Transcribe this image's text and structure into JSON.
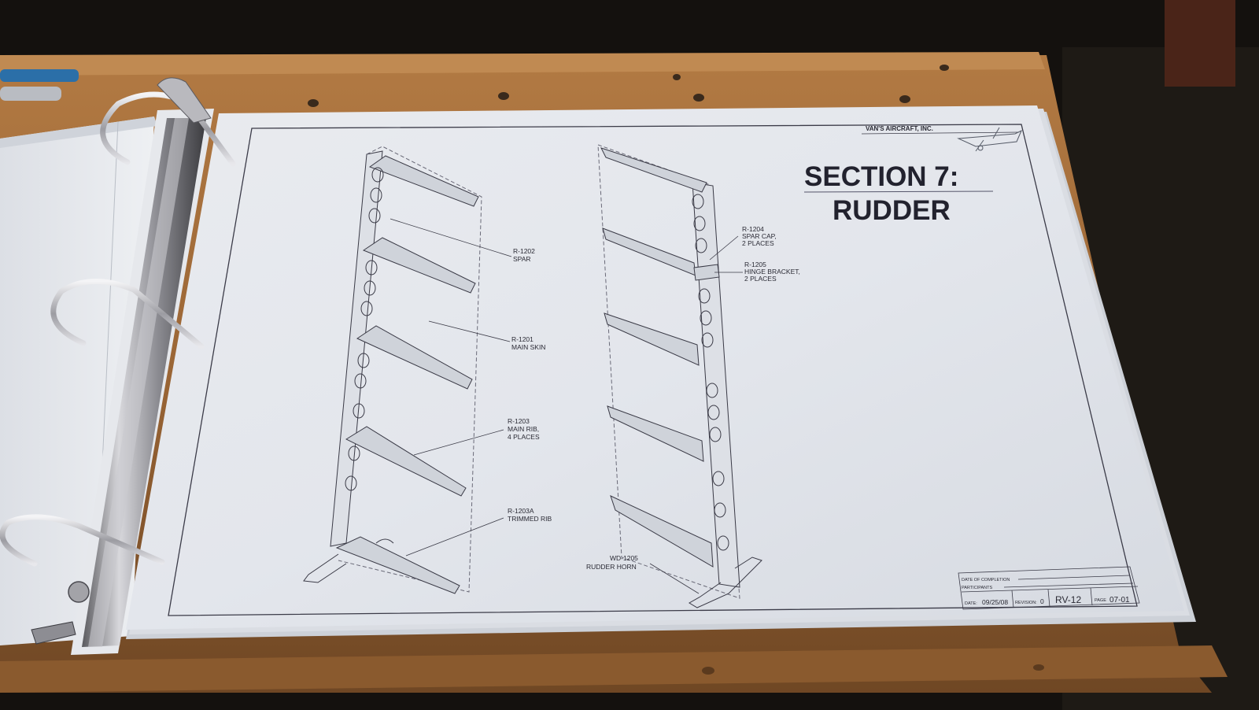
{
  "manual": {
    "company": "VAN'S AIRCRAFT, INC.",
    "section_line1": "SECTION 7:",
    "section_line2": "RUDDER"
  },
  "callouts": [
    {
      "part": "R-1202",
      "desc1": "SPAR",
      "desc2": ""
    },
    {
      "part": "R-1201",
      "desc1": "MAIN SKIN",
      "desc2": ""
    },
    {
      "part": "R-1203",
      "desc1": "MAIN RIB,",
      "desc2": "4 PLACES"
    },
    {
      "part": "R-1203A",
      "desc1": "TRIMMED RIB",
      "desc2": ""
    },
    {
      "part": "R-1204",
      "desc1": "SPAR CAP,",
      "desc2": "2 PLACES"
    },
    {
      "part": "R-1205",
      "desc1": "HINGE BRACKET,",
      "desc2": "2 PLACES"
    },
    {
      "part": "WD-1205",
      "desc1": "RUDDER HORN",
      "desc2": ""
    }
  ],
  "title_block": {
    "date_of_completion": "DATE OF COMPLETION",
    "participants": "PARTICIPANTS",
    "date_label": "DATE:",
    "date": "09/25/08",
    "revision_label": "REVISION:",
    "revision": "0",
    "model": "RV-12",
    "page_label": "PAGE",
    "page": "07-01"
  }
}
